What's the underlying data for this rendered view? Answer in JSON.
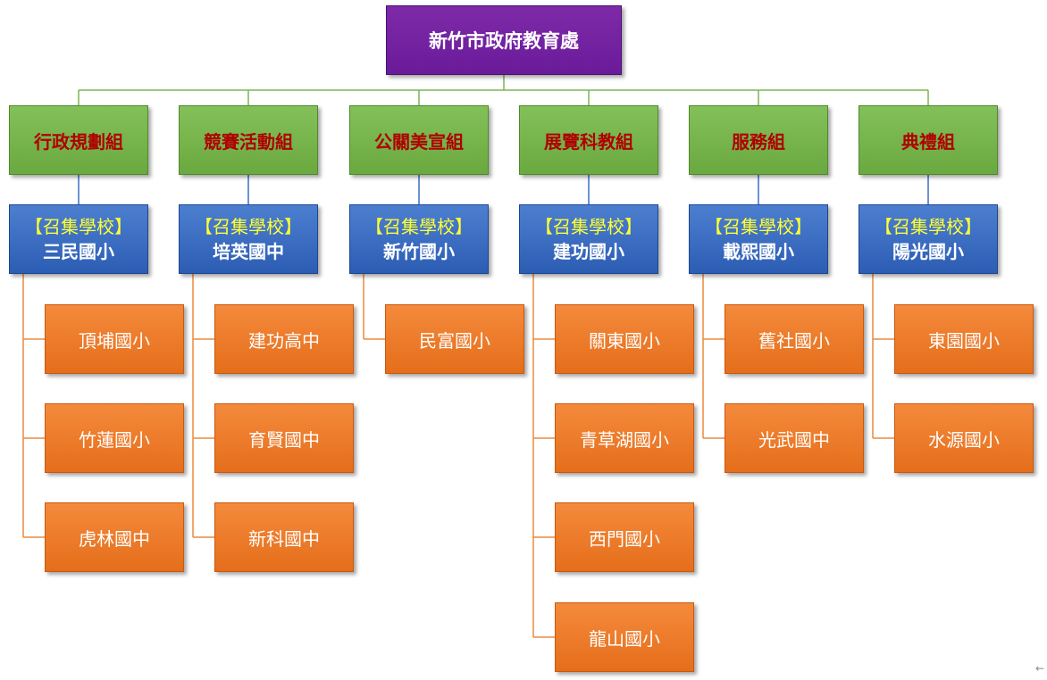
{
  "root": {
    "label": "新竹市政府教育處"
  },
  "groups": [
    {
      "name": "行政規劃組",
      "lead_tag": "【召集學校】",
      "lead": "三民國小",
      "members": [
        "頂埔國小",
        "竹蓮國小",
        "虎林國中"
      ]
    },
    {
      "name": "競賽活動組",
      "lead_tag": "【召集學校】",
      "lead": "培英國中",
      "members": [
        "建功高中",
        "育賢國中",
        "新科國中"
      ]
    },
    {
      "name": "公關美宣組",
      "lead_tag": "【召集學校】",
      "lead": "新竹國小",
      "members": [
        "民富國小"
      ]
    },
    {
      "name": "展覽科教組",
      "lead_tag": "【召集學校】",
      "lead": "建功國小",
      "members": [
        "關東國小",
        "青草湖國小",
        "西門國小",
        "龍山國小"
      ]
    },
    {
      "name": "服務組",
      "lead_tag": "【召集學校】",
      "lead": "載熙國小",
      "members": [
        "舊社國小",
        "光武國中"
      ]
    },
    {
      "name": "典禮組",
      "lead_tag": "【召集學校】",
      "lead": "陽光國小",
      "members": [
        "東園國小",
        "水源國小"
      ]
    }
  ],
  "colors": {
    "root": "#6a1b9a",
    "group": "#6aa93f",
    "group_text": "#b00000",
    "lead": "#2c5db4",
    "lead_tag_text": "#ffff33",
    "member": "#e56e1b",
    "connector_top": "#7cb552",
    "connector_lead": "#3b6fc7",
    "connector_member": "#ec8a3f"
  }
}
